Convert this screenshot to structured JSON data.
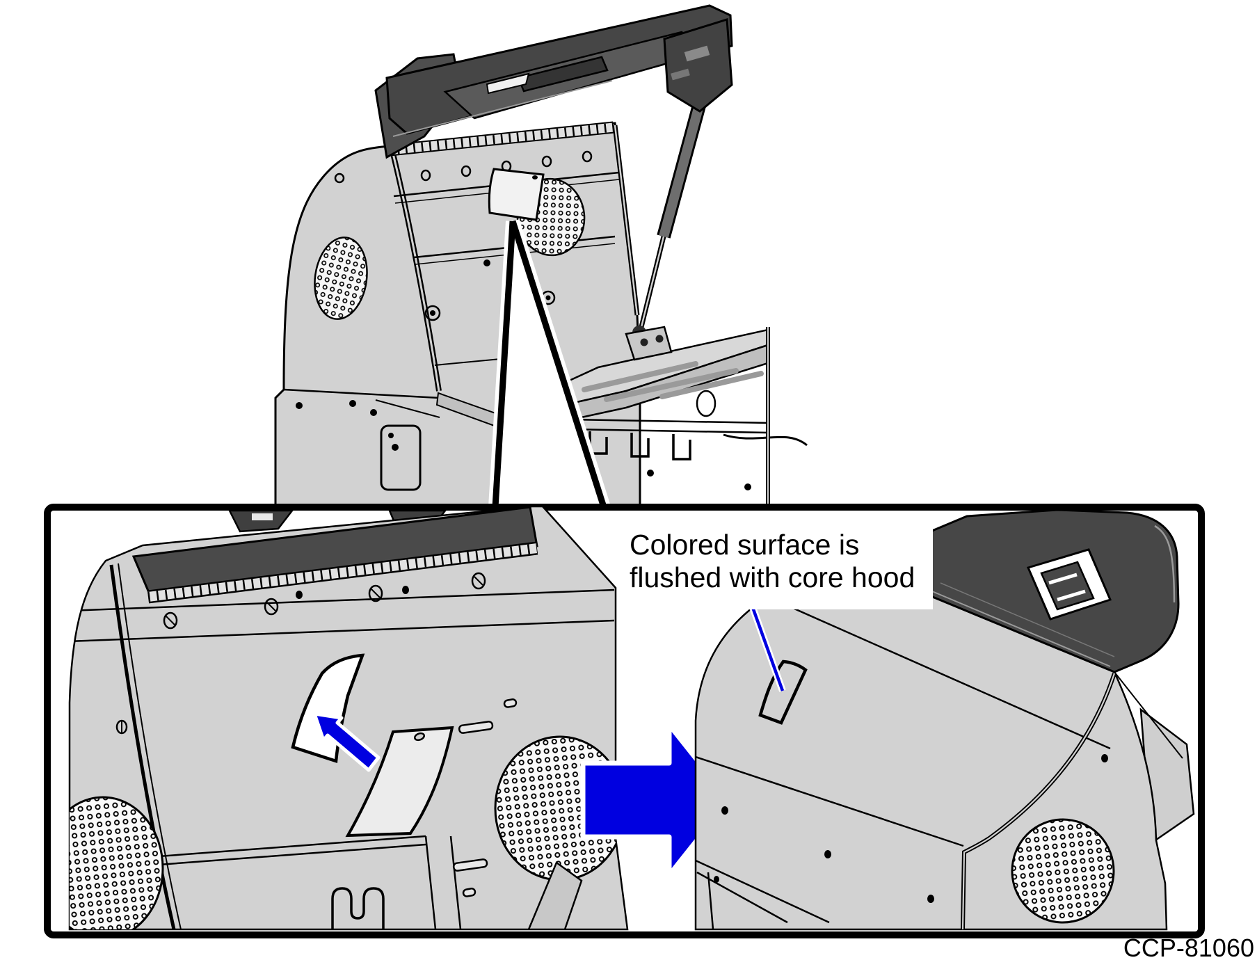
{
  "figure": {
    "type": "service-manual-installation-figure",
    "code": "CCP-81060",
    "callout": {
      "line1": "Colored surface is",
      "line2": "flushed with core hood"
    },
    "arrows": {
      "small_arrow": "arrow-up-left-icon",
      "big_arrow": "arrow-right-icon"
    },
    "colors": {
      "accent_blue": "#0000e0",
      "panel_gray": "#d2d2d2",
      "panel_gray_light": "#ececec",
      "lid_dark": "#474747",
      "outline": "#000000",
      "background": "#ffffff"
    }
  }
}
